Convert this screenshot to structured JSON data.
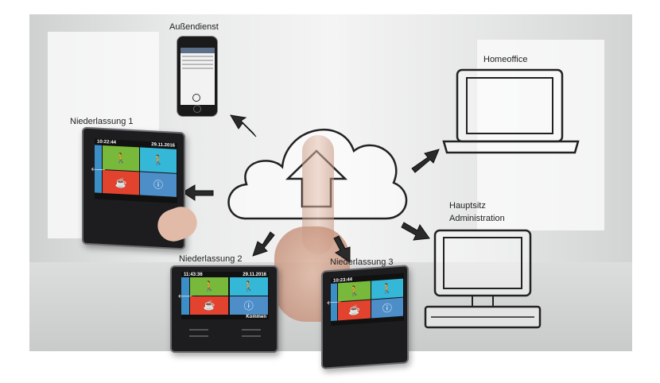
{
  "labels": {
    "aussendienst": "Außendienst",
    "homeoffice": "Homeoffice",
    "niederlassung1": "Niederlassung 1",
    "hauptsitz": "Hauptsitz",
    "administration": "Administration",
    "niederlassung2": "Niederlassung 2",
    "niederlassung3": "Niederlassung 3"
  },
  "terminals": [
    {
      "time": "10:22:44",
      "date": "29.11.2016"
    },
    {
      "time": "11:43:36",
      "date": "29.11.2016",
      "status": "Kommen"
    },
    {
      "time": "10:23:44"
    }
  ],
  "icons": {
    "arrow-back": "🡐",
    "walk-in": "🚶",
    "walk-out": "🚶",
    "coffee": "☕",
    "info": "ⓘ"
  }
}
